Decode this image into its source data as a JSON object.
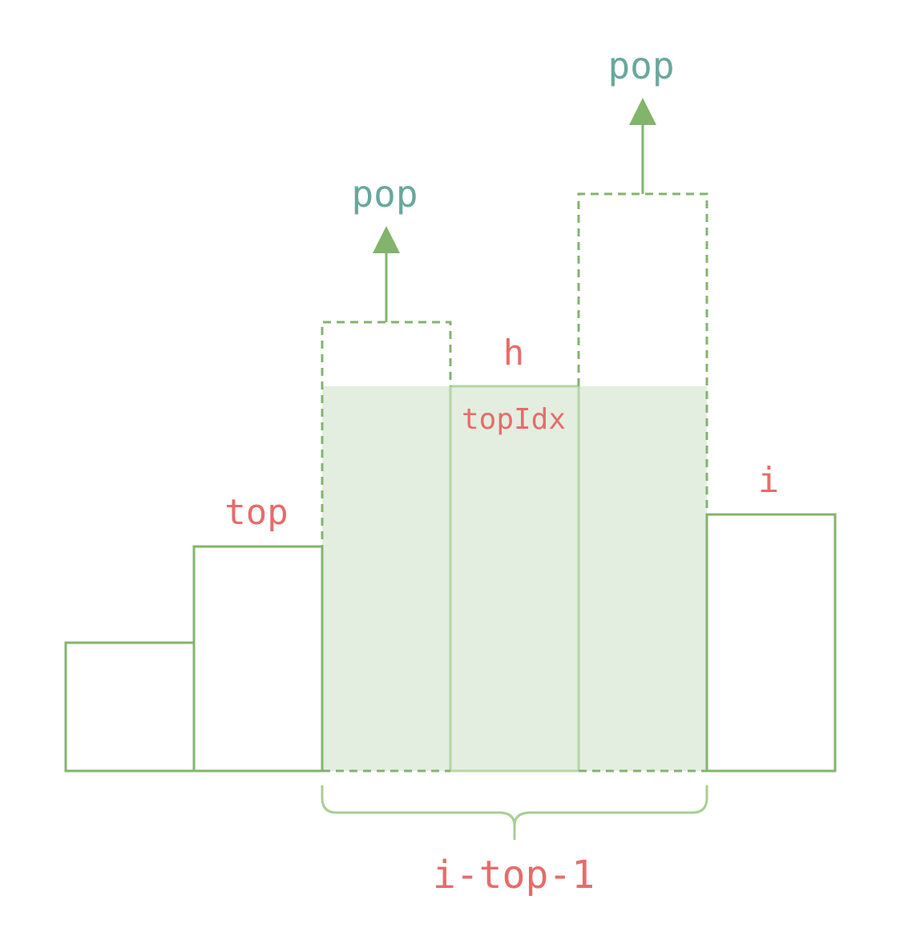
{
  "colors": {
    "bar_stroke": "#82b46c",
    "highlight_fill": "#e3eee0",
    "inner_stroke": "#b3d6a3",
    "brace_stroke": "#a6cf93",
    "arrow": "#82b46c",
    "pop_text": "#68a89c",
    "label_text": "#e86b6b"
  },
  "labels": {
    "pop_left": "pop",
    "pop_right": "pop",
    "h": "h",
    "top_idx": "topIdx",
    "top": "top",
    "i": "i",
    "width_formula": "i-top-1"
  }
}
